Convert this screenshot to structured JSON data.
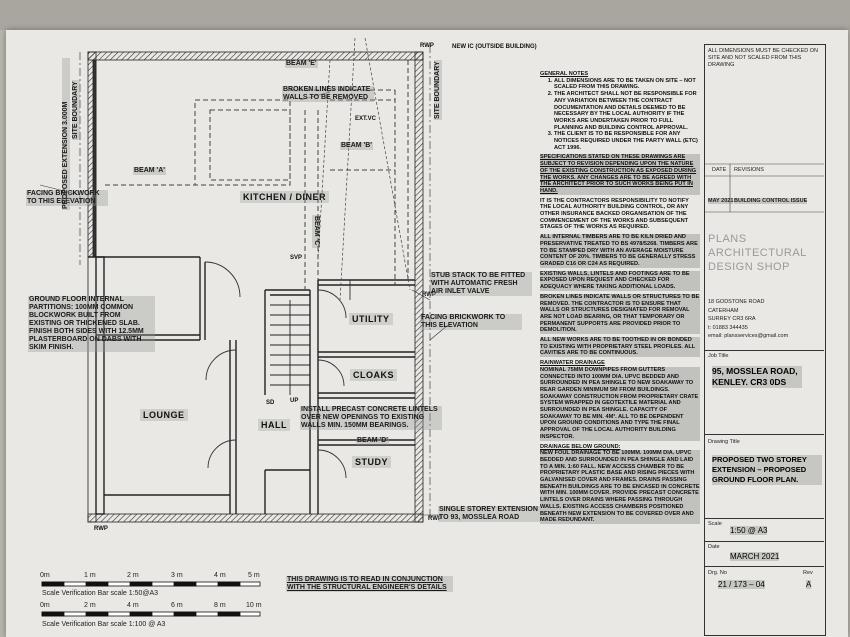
{
  "plan": {
    "top_right_note": "NEW IC (OUTSIDE BUILDING)",
    "rwp_labels": [
      "RWP",
      "RWP",
      "RWP",
      "RWP"
    ],
    "beam_e": "BEAM 'E'",
    "beam_a": "BEAM 'A'",
    "beam_b": "BEAM 'B'",
    "beam_c": "BEAM 'C'",
    "beam_d": "BEAM 'D'",
    "broken_lines": "BROKEN LINES INDICATE WALLS TO BE REMOVED",
    "extvc": "EXT.VC",
    "facing_left": "FACING BRICKWORK TO THIS ELEVATION",
    "facing_right": "FACING BRICKWORK TO THIS ELEVATION",
    "proposed_extension": "PROPOSED EXTENSION 3.000m",
    "site_boundary_left": "SITE BOUNDARY",
    "site_boundary_right": "SITE BOUNDARY",
    "svp": "SVP",
    "stub_stack": "STUB STACK TO BE FITTED WITH AUTOMATIC FRESH AIR INLET VALVE",
    "partitions": "GROUND FLOOR INTERNAL PARTITIONS: 100mm COMMON BLOCKWORK BUILT FROM EXISTING OR THICKENED SLAB. FINISH BOTH SIDES WITH 12.5mm PLASTERBOARD ON DABS WITH SKIM FINISH.",
    "lintels": "INSTALL PRECAST CONCRETE LINTELS OVER NEW OPENINGS TO EXISTING WALLS MIN. 150mm BEARINGS.",
    "single_storey": "SINGLE STOREY EXTENSION TO 93, MOSSLEA ROAD",
    "conjunction": "THIS DRAWING IS TO READ IN CONJUNCTION WITH THE STRUCTURAL ENGINEER'S DETAILS",
    "up": "UP",
    "sd": "SD",
    "rooms": {
      "kitchen": "KITCHEN / DINER",
      "utility": "UTILITY",
      "cloaks": "CLOAKS",
      "lounge": "LOUNGE",
      "hall": "HALL",
      "study": "STUDY"
    }
  },
  "scale_bars": {
    "bar1_labels": [
      "0m",
      "1 m",
      "2 m",
      "3 m",
      "4 m",
      "5 m"
    ],
    "bar1_caption": "Scale Verification Bar scale 1:50@A3",
    "bar2_labels": [
      "0m",
      "2 m",
      "4 m",
      "6 m",
      "8 m",
      "10 m"
    ],
    "bar2_caption": "Scale Verification Bar scale 1:100 @ A3"
  },
  "notes": {
    "general_heading": "GENERAL NOTES",
    "general_items": [
      "ALL DIMENSIONS ARE TO BE TAKEN ON SITE – NOT SCALED FROM THIS DRAWING.",
      "THE ARCHITECT SHALL NOT BE RESPONSIBLE FOR ANY VARIATION BETWEEN THE CONTRACT DOCUMENTATION AND DETAILS DEEMED TO BE NECESSARY BY THE LOCAL AUTHORITY IF THE WORKS ARE UNDERTAKEN PRIOR TO FULL PLANNING AND BUILDING CONTROL APPROVAL.",
      "THE CLIENT IS TO BE RESPONSIBLE FOR ANY NOTICES REQUIRED UNDER THE PARTY WALL (etc) ACT 1996."
    ],
    "specifications": "SPECIFICATIONS STATED ON THESE DRAWINGS ARE SUBJECT TO REVISION DEPENDING UPON THE NATURE OF THE EXISTING CONSTRUCTION AS EXPOSED DURING THE WORKS. ANY CHANGES ARE TO BE AGREED WITH THE ARCHITECT PRIOR TO SUCH WORKS BEING PUT IN HAND.",
    "contractor": "IT IS THE CONTRACTORS RESPONSIBILITY TO NOTIFY THE LOCAL AUTHORITY BUILDING CONTROL, OR ANY OTHER INSURANCE BACKED ORGANISATION OF THE COMMENCEMENT OF THE WORKS AND SUBSEQUENT STAGES OF THE WORKS AS REQUIRED.",
    "timbers": "ALL INTERNAL TIMBERS ARE TO BE KILN DRIED AND PRESERVATIVE TREATED TO BS 4978/5268. TIMBERS ARE TO BE STAMPED DRY WITH AN AVERAGE MOISTURE CONTENT OF 20%. TIMBERS TO BE GENERALLY STRESS GRADED C16 OR C24 AS REQUIRED.",
    "existing_walls": "EXISTING WALLS, LINTELS AND FOOTINGS ARE TO BE EXPOSED UPON REQUEST AND CHECKED FOR ADEQUACY WHERE TAKING ADDITIONAL LOADS.",
    "broken_lines": "BROKEN LINES INDICATE WALLS OR STRUCTURES TO BE REMOVED. THE CONTRACTOR IS TO ENSURE THAT WALLS OR STRUCTURES DESIGNATED FOR REMOVAL ARE NOT LOAD BEARING, OR THAT TEMPORARY OR PERMANENT SUPPORTS ARE PROVIDED PRIOR TO DEMOLITION.",
    "new_works": "ALL NEW WORKS ARE TO BE TOOTHED IN OR BONDED TO EXISTING WITH PROPRIETARY STEEL PROFILES. ALL CAVITIES ARE TO BE CONTINUOUS.",
    "rainwater_heading": "RAINWATER DRAINAGE",
    "rainwater": "NOMINAL 75mm DOWNPIPES FROM GUTTERS CONNECTED INTO 100mm DIA. UPVC BEDDED AND SURROUNDED IN PEA SHINGLE TO NEW SOAKAWAY TO REAR GARDEN MINIMUM 5m FROM BUILDINGS. SOAKAWAY CONSTRUCTION FROM PROPRIETARY CRATE SYSTEM WRAPPED IN GEOTEXTILE MATERIAL AND SURROUNDED IN PEA SHINGLE. CAPACITY OF SOAKAWAY TO BE MIN. 4m³. ALL TO BE DEPENDENT UPON GROUND CONDITIONS AND TYPE THE FINAL APPROVAL OF THE LOCAL AUTHORITY BUILDING INSPECTOR.",
    "drainage_heading": "DRAINAGE BELOW GROUND:",
    "drainage": "NEW FOUL DRAINAGE TO BE 100mm. 100mm DIA. UPVC BEDDED AND SURROUNDED IN PEA SHINGLE AND LAID TO A MIN. 1:60 FALL. NEW ACCESS CHAMBER TO BE PROPRIETARY PLASTIC BASE AND RISING PIECES WITH GALVANISED COVER AND FRAMES. DRAINS PASSING BENEATH BUILDINGS ARE TO BE ENCASED IN CONCRETE WITH MIN. 100mm COVER. PROVIDE PRECAST CONCRETE LINTELS OVER DRAINS WHERE PASSING THROUGH WALLS. EXISTING ACCESS CHAMBERS POSITIONED BENEATH NEW EXTENSION TO BE COVERED OVER AND MADE REDUNDANT."
  },
  "title_block": {
    "dims_note": "ALL DIMENSIONS MUST BE CHECKED ON SITE AND NOT SCALED FROM THIS DRAWING",
    "date_label": "DATE",
    "revisions_label": "REVISIONS",
    "rev_date": "MAY 2021",
    "rev_text": "BUILDING CONTROL ISSUE",
    "firm_name": "PLANS ARCHITECTURAL DESIGN SHOP",
    "address": [
      "18 GODSTONE ROAD",
      "CATERHAM",
      "SURREY CR3 6RA",
      "t: 01883 344435",
      "email: plansservices@gmail.com"
    ],
    "job_title_label": "Job Title",
    "job_title": "95, MOSSLEA ROAD, KENLEY. CR3 0DS",
    "drawing_title_label": "Drawing Title",
    "drawing_title": "PROPOSED TWO STOREY EXTENSION – PROPOSED GROUND FLOOR PLAN.",
    "scale_label": "Scale",
    "scale": "1:50 @ A3",
    "date2_label": "Date",
    "date": "MARCH 2021",
    "drg_label": "Drg. No",
    "drg_no": "21 / 173 – 04",
    "rev_label": "Rev",
    "rev": "A"
  }
}
